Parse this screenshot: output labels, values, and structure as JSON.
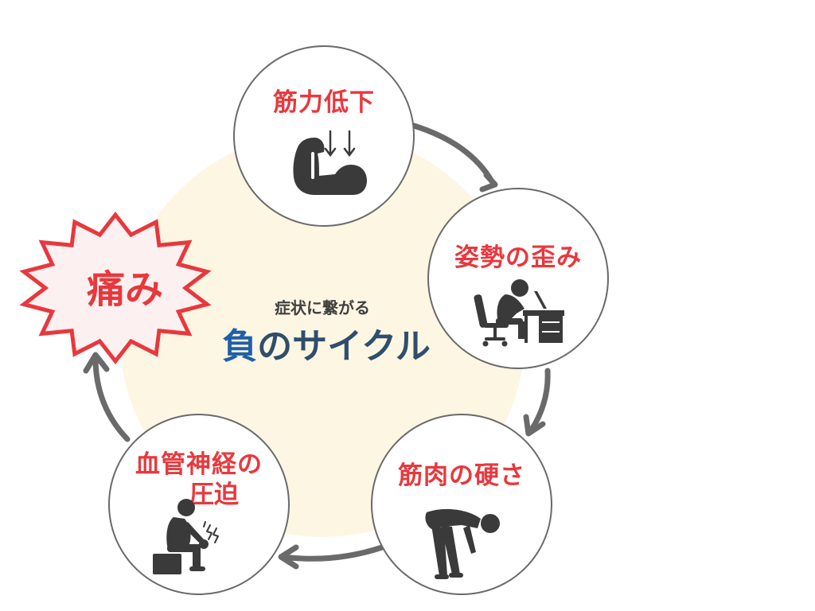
{
  "diagram": {
    "center": {
      "subtitle": "症状に繋がる",
      "title_accent": "負",
      "title_rest": "のサイクル"
    },
    "pain": {
      "label": "痛み"
    },
    "nodes": [
      {
        "label": "筋力低下",
        "icon": "weak-arm-icon"
      },
      {
        "label": "姿勢の歪み",
        "icon": "desk-posture-icon"
      },
      {
        "label": "筋肉の硬さ",
        "icon": "bending-person-icon"
      },
      {
        "label_line1": "血管神経の",
        "label_line2": "圧迫",
        "icon": "seated-pain-person-icon"
      }
    ],
    "colors": {
      "node_label": "#e8383d",
      "pain_border": "#e8383d",
      "pain_fill": "#fdf0f0",
      "center_bg": "#fdf6e3",
      "arrow": "#6a6a6a",
      "icon": "#3a3a3a",
      "title": "#2e4e6c",
      "title_accent": "#1f5fa8"
    }
  }
}
